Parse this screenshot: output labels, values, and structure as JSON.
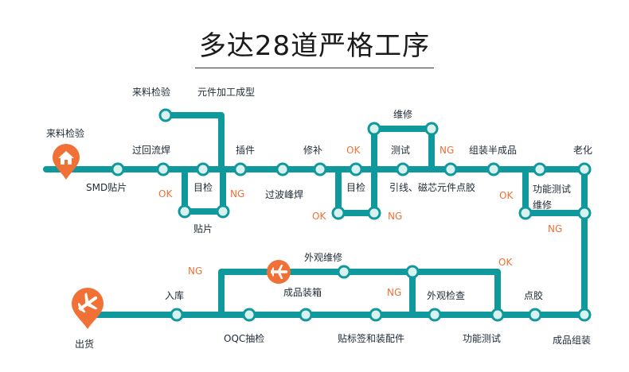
{
  "title": "多达28道严格工序",
  "colors": {
    "track": "#10999c",
    "node_fill": "#d9f1ef",
    "node_stroke": "#10999c",
    "accent": "#f07036",
    "text": "#1f2a36"
  },
  "icons": {
    "start": "home-icon",
    "end": "airplane-icon",
    "mid": "airplane-icon"
  },
  "labels": {
    "start_inspect": "来料检验",
    "top_inspect": "来料检验",
    "component_forming": "元件加工成型",
    "reflow": "过回流焊",
    "smd": "SMD贴片",
    "ok1": "OK",
    "visual1": "目检",
    "ng1": "NG",
    "patch": "贴片",
    "insert": "插件",
    "wave": "过波峰焊",
    "repair": "修补",
    "ok2": "OK",
    "test": "测试",
    "visual2": "目检",
    "ok3": "OK",
    "ng2": "NG",
    "maintain1": "维修",
    "ng3": "NG",
    "lead": "引线、磁芯元件点胶",
    "semi": "组装半成品",
    "ok4": "OK",
    "aging": "老化",
    "func_test1": "功能测试",
    "maintain2": "维修",
    "ng4": "NG",
    "finished_assembly": "成品组装",
    "glue": "点胶",
    "ok5": "OK",
    "func_test2": "功能测试",
    "visual_check": "外观检查",
    "ng5": "NG",
    "label_pack": "贴标签和装配件",
    "visual_repair": "外观维修",
    "pack_box": "成品装箱",
    "oqc": "OQC抽检",
    "ng6": "NG",
    "store": "入库",
    "ship": "出货"
  }
}
